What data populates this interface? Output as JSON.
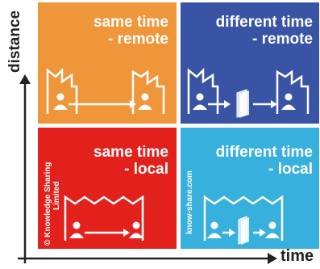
{
  "axes": {
    "x_label": "time",
    "y_label": "distance"
  },
  "quadrants": {
    "top_left": {
      "line1": "same time",
      "line2": "- remote",
      "color": "#F0963A"
    },
    "top_right": {
      "line1": "different time",
      "line2": "- remote",
      "color": "#3A54A5"
    },
    "bottom_left": {
      "line1": "same time",
      "line2": "- local",
      "color": "#E2211C"
    },
    "bottom_right": {
      "line1": "different time",
      "line2": "- local",
      "color": "#38B0DE"
    }
  },
  "credits": {
    "copyright_line1": "© Knowledge Sharing",
    "copyright_line2": "Limited",
    "website": "know-share.com"
  },
  "icons": [
    "factory-icon",
    "person-icon",
    "arrow-icon",
    "document-icon"
  ],
  "axis_color": "#222222"
}
